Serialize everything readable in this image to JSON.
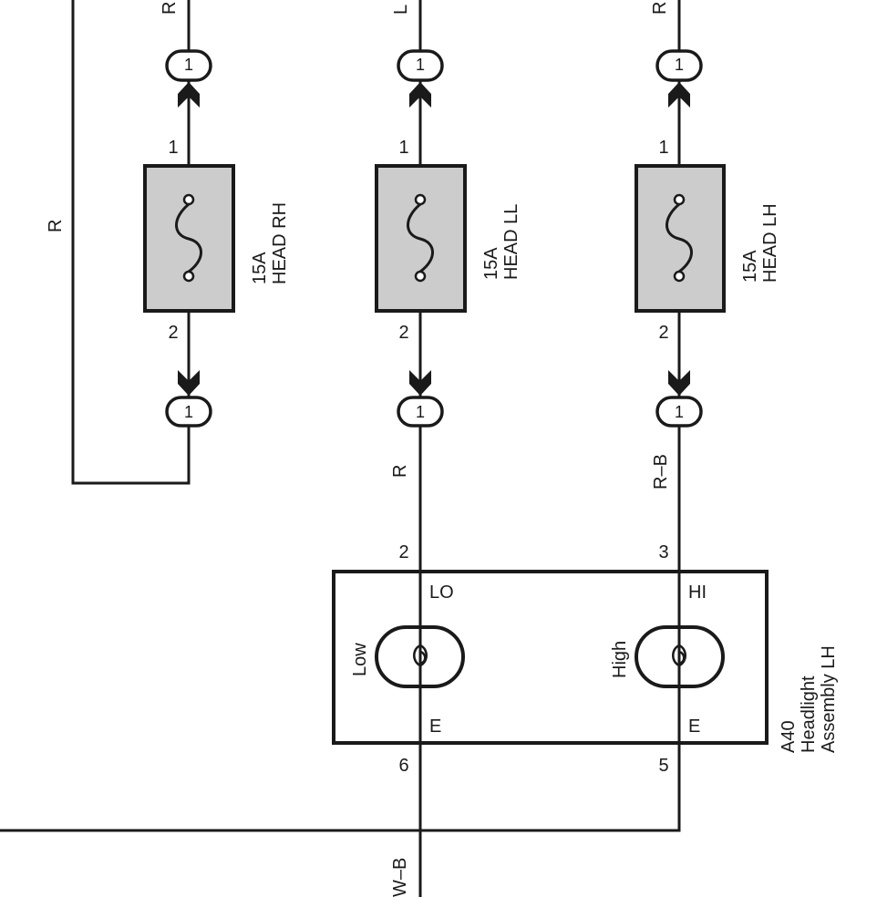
{
  "wire_colors": {
    "top_rh": "R",
    "top_ll": "L",
    "top_lh": "R",
    "loop": "R",
    "lo_feed": "R",
    "hi_feed": "R–B",
    "ground": "W–B"
  },
  "fuses": [
    {
      "id": "rh",
      "rating": "15A",
      "name": "HEAD RH",
      "pin_top": "1",
      "pin_bottom": "2"
    },
    {
      "id": "ll",
      "rating": "15A",
      "name": "HEAD LL",
      "pin_top": "1",
      "pin_bottom": "2"
    },
    {
      "id": "lh",
      "rating": "15A",
      "name": "HEAD LH",
      "pin_top": "1",
      "pin_bottom": "2"
    }
  ],
  "connector_pin": "1",
  "headlight": {
    "code": "A40",
    "name_line1": "Headlight",
    "name_line2": "Assembly LH",
    "pins": {
      "lo_in": "2",
      "hi_in": "3",
      "lo_gnd": "6",
      "hi_gnd": "5"
    },
    "terminals": {
      "lo": "LO",
      "hi": "HI",
      "e_left": "E",
      "e_right": "E"
    },
    "bulbs": {
      "low": "Low",
      "high": "High"
    }
  }
}
